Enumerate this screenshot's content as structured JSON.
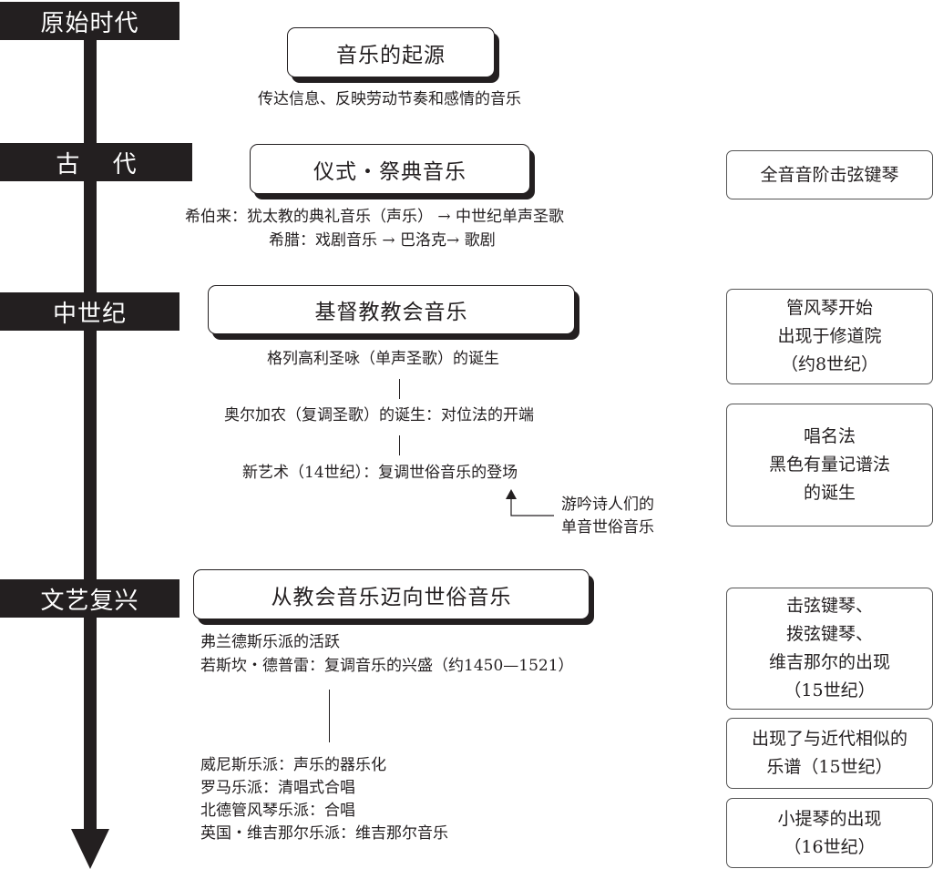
{
  "eras": [
    {
      "label": "原始时代"
    },
    {
      "label": "古 代"
    },
    {
      "label": "中世纪"
    },
    {
      "label": "文艺复兴"
    }
  ],
  "primitive": {
    "title": "音乐的起源",
    "desc": "传达信息、反映劳动节奏和感情的音乐"
  },
  "ancient": {
    "title": "仪式・祭典音乐",
    "line1": "希伯来：犹太教的典礼音乐（声乐）  →  中世纪单声圣歌",
    "line2": "希腊：戏剧音乐  →  巴洛克→  歌剧",
    "side": "全音音阶击弦键琴"
  },
  "medieval": {
    "title": "基督教教会音乐",
    "items": [
      "格列高利圣咏（单声圣歌）的诞生",
      "奥尔加农（复调圣歌）的诞生：对位法的开端",
      "新艺术（14世纪）：复调世俗音乐的登场"
    ],
    "note": [
      "游吟诗人们的",
      "单音世俗音乐"
    ],
    "side1": [
      "管风琴开始",
      "出现于修道院",
      "（约8世纪）"
    ],
    "side2": [
      "唱名法",
      "黑色有量记谱法",
      "的诞生"
    ]
  },
  "renaissance": {
    "title": "从教会音乐迈向世俗音乐",
    "top": [
      "弗兰德斯乐派的活跃",
      "若斯坎・德普雷：复调音乐的兴盛（约1450—1521）"
    ],
    "bottom": [
      "威尼斯乐派：声乐的器乐化",
      "罗马乐派：清唱式合唱",
      "北德管风琴乐派：合唱",
      "英国・维吉那尔乐派：维吉那尔音乐"
    ],
    "side1": [
      "击弦键琴、",
      "拨弦键琴、",
      "维吉那尔的出现",
      "（15世纪）"
    ],
    "side2": [
      "出现了与近代相似的",
      "乐谱（15世纪）"
    ],
    "side3": [
      "小提琴的出现",
      "（16世纪）"
    ]
  }
}
